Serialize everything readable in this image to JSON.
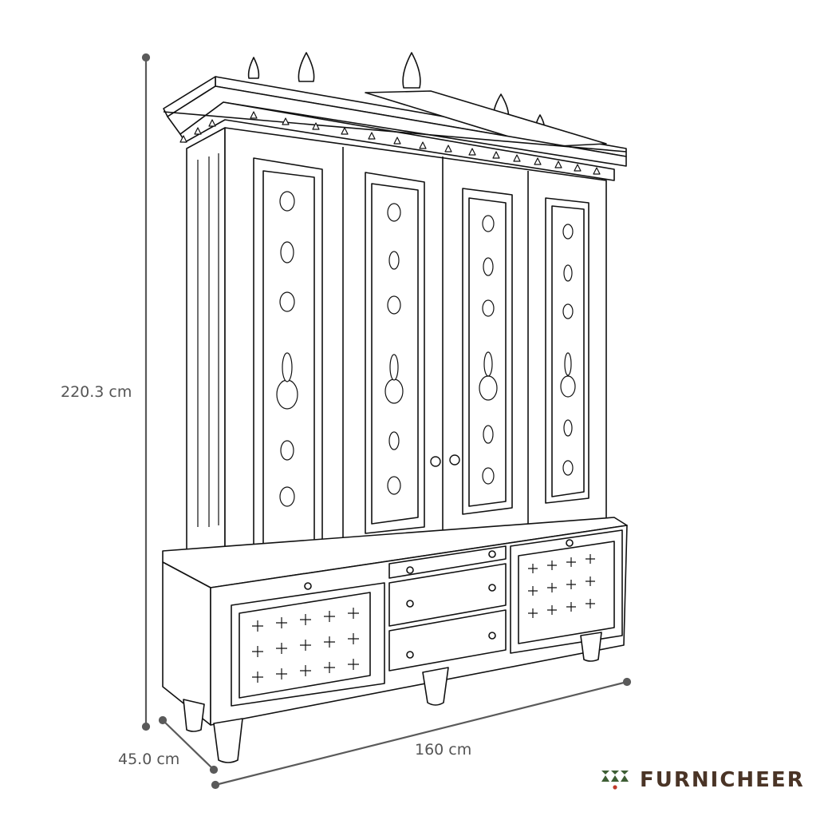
{
  "diagram": {
    "subject": "temple cabinet (mandir) line drawing",
    "dimensions": {
      "height": {
        "label": "220.3 cm",
        "value": 220.3,
        "unit": "cm"
      },
      "width": {
        "label": "160 cm",
        "value": 160,
        "unit": "cm"
      },
      "depth": {
        "label": "45.0 cm",
        "value": 45.0,
        "unit": "cm"
      }
    },
    "colors": {
      "dimension_line": "#5a5a5a",
      "dimension_text": "#555555",
      "drawing_stroke": "#111111",
      "brand_text": "#4a3426",
      "brand_mark_green": "#3e5e34",
      "brand_mark_red": "#c0392b"
    }
  },
  "brand": {
    "name": "FURNICHEER",
    "icon": "tree-triangles-logo-icon"
  }
}
